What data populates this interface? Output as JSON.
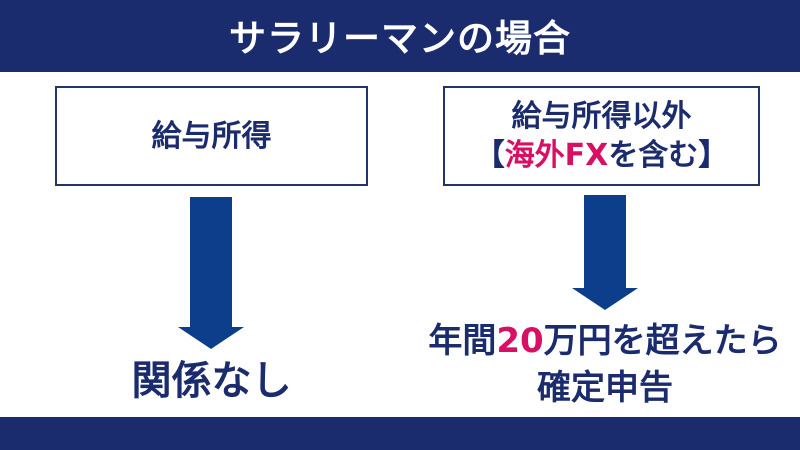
{
  "colors": {
    "navy": "#1b2c6e",
    "arrow_blue": "#0d3e8c",
    "highlight_pink": "#d90f63",
    "background": "#ffffff"
  },
  "header": {
    "title": "サラリーマンの場合"
  },
  "left_column": {
    "box_label": "給与所得",
    "result": "関係なし"
  },
  "right_column": {
    "box_line1": "給与所得以外",
    "box_line2_prefix": "【",
    "box_line2_highlight": "海外FX",
    "box_line2_suffix": "を含む】",
    "result_line1_prefix": "年間",
    "result_line1_highlight": "20",
    "result_line1_suffix": "万円を超えたら",
    "result_line2": "確定申告"
  }
}
